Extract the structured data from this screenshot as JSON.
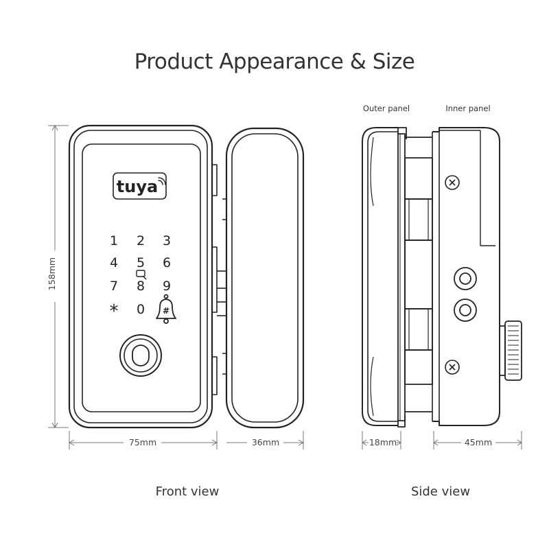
{
  "title": "Product Appearance & Size",
  "brand_logo": "tuya",
  "keypad": {
    "keys": [
      "1",
      "2",
      "3",
      "4",
      "5",
      "6",
      "7",
      "8",
      "9",
      "*",
      "0",
      "#"
    ]
  },
  "dimensions": {
    "height": "158mm",
    "front_width": "75mm",
    "front_depth": "36mm",
    "outer_thickness": "18mm",
    "inner_thickness": "45mm"
  },
  "labels": {
    "outer_panel": "Outer panel",
    "inner_panel": "Inner panel",
    "front_view": "Front view",
    "side_view": "Side view"
  },
  "icons": {
    "wifi": "wifi-icon",
    "card": "card-reader-icon",
    "bell": "doorbell-icon",
    "fingerprint": "fingerprint-sensor-icon",
    "screw": "screw-icon",
    "knob": "knob-icon"
  },
  "colors": {
    "line": "#222222",
    "dim": "#777777"
  }
}
